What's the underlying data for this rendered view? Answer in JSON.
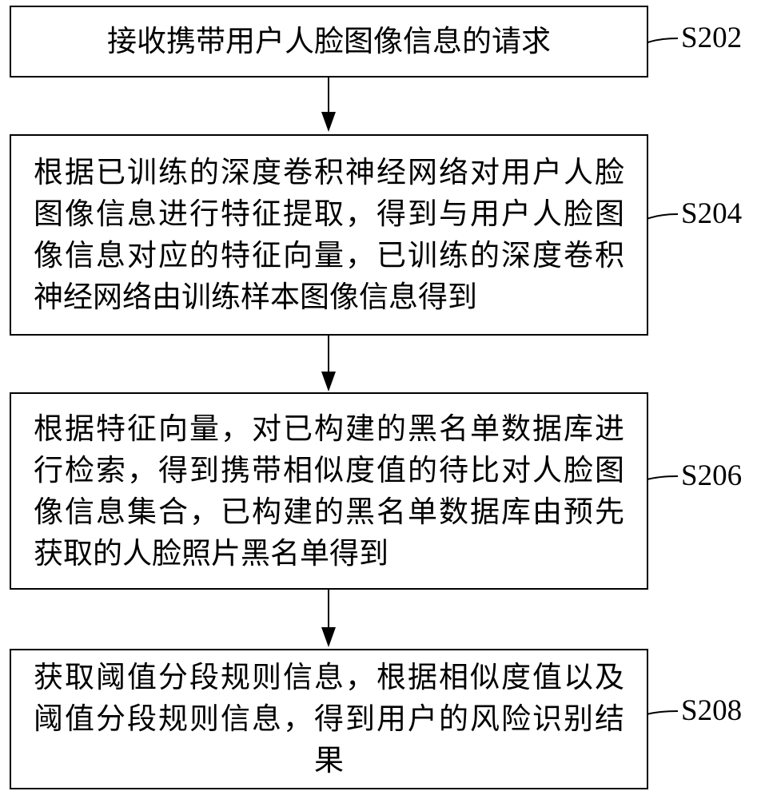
{
  "steps": [
    {
      "id": "S202",
      "text": "接收携带用户人脸图像信息的请求"
    },
    {
      "id": "S204",
      "text": "根据已训练的深度卷积神经网络对用户人脸图像信息进行特征提取，得到与用户人脸图像信息对应的特征向量，已训练的深度卷积神经网络由训练样本图像信息得到"
    },
    {
      "id": "S206",
      "text": "根据特征向量，对已构建的黑名单数据库进行检索，得到携带相似度值的待比对人脸图像信息集合，已构建的黑名单数据库由预先获取的人脸照片黑名单得到"
    },
    {
      "id": "S208",
      "text": "获取阈值分段规则信息，根据相似度值以及阈值分段规则信息，得到用户的风险识别结果"
    }
  ]
}
